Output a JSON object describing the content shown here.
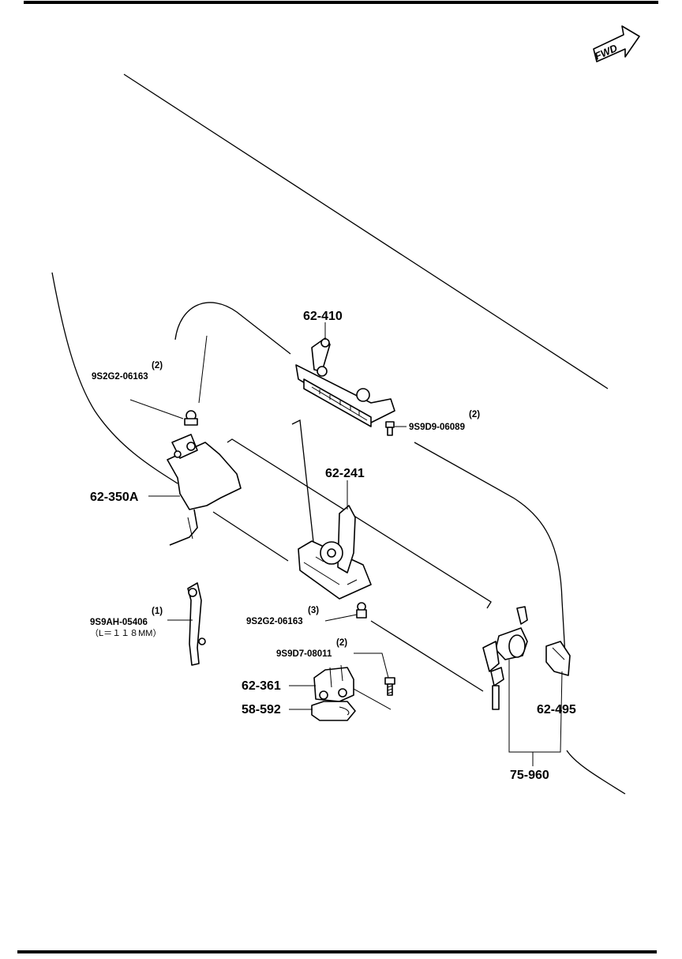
{
  "fwd_badge": "FWD",
  "labels": {
    "p62_410": "62-410",
    "p9S2G2_06163_top": "9S2G2-06163",
    "p9S2G2_06163_top_qty": "(2)",
    "p9S9D9_06089": "9S9D9-06089",
    "p9S9D9_06089_qty": "(2)",
    "p62_350A": "62-350A",
    "p62_241": "62-241",
    "p9S9AH_05406": "9S9AH-05406",
    "p9S9AH_05406_qty": "(1)",
    "p9S9AH_05406_note": "（L＝１１８MM）",
    "p9S2G2_06163_mid": "9S2G2-06163",
    "p9S2G2_06163_mid_qty": "(3)",
    "p9S9D7_08011": "9S9D7-08011",
    "p9S9D7_08011_qty": "(2)",
    "p62_361": "62-361",
    "p58_592": "58-592",
    "p62_495": "62-495",
    "p75_960": "75-960"
  }
}
